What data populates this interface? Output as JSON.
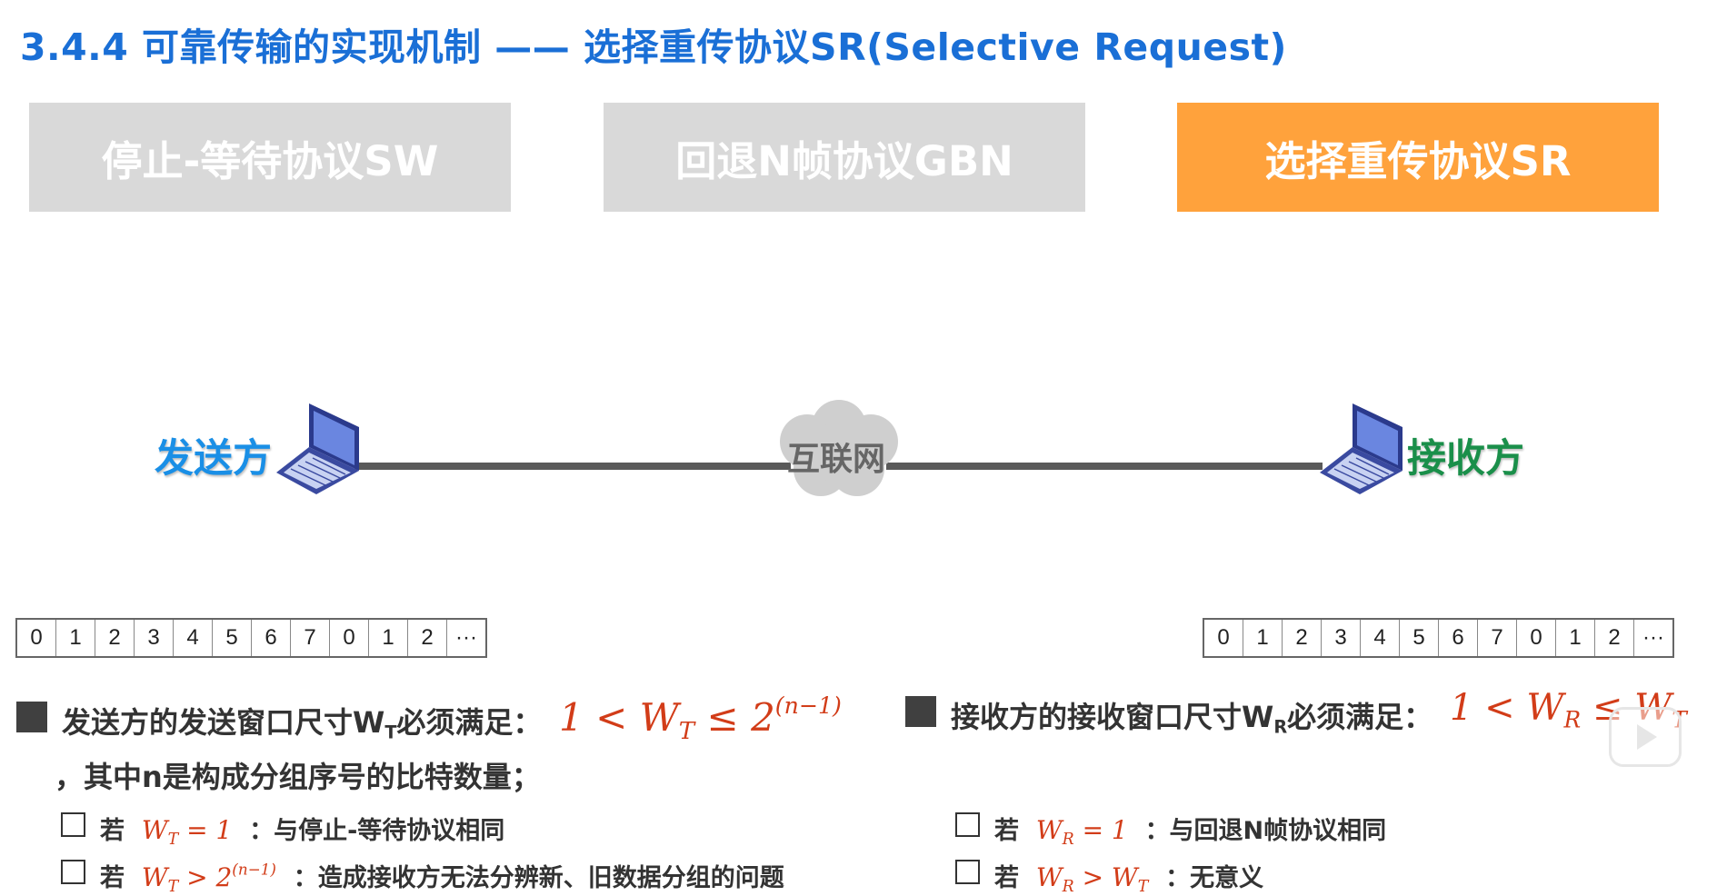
{
  "title": "3.4.4 可靠传输的实现机制 —— 选择重传协议SR(Selective Request)",
  "tabs": [
    {
      "label": "停止-等待协议SW",
      "active": false
    },
    {
      "label": "回退N帧协议GBN",
      "active": false
    },
    {
      "label": "选择重传协议SR",
      "active": true
    }
  ],
  "colors": {
    "accent": "#1a6fd6",
    "active_tab": "#ffa23c",
    "inactive_tab": "#d9d9d9",
    "sender": "#1a8fe6",
    "receiver": "#1a8f4a",
    "formula": "#d23c18"
  },
  "network": {
    "sender_label": "发送方",
    "receiver_label": "接收方",
    "cloud_label": "互联网"
  },
  "sender_seq": [
    "0",
    "1",
    "2",
    "3",
    "4",
    "5",
    "6",
    "7",
    "0",
    "1",
    "2",
    "···"
  ],
  "receiver_seq": [
    "0",
    "1",
    "2",
    "3",
    "4",
    "5",
    "6",
    "7",
    "0",
    "1",
    "2",
    "···"
  ],
  "sender_rule": {
    "text": "发送方的发送窗口尺寸W",
    "sub": "T",
    "suffix": "必须满足：",
    "formula_left": "1  <  W",
    "formula_sub": "T",
    "formula_mid": " ≤  2",
    "formula_sup": "(n−1)",
    "note": "，其中n是构成分组序号的比特数量；",
    "items": [
      {
        "prefix": "若",
        "math": "W",
        "math_sub": "T",
        "math_rest": " = 1",
        "text": "：与停止-等待协议相同"
      },
      {
        "prefix": "若",
        "math": "W",
        "math_sub": "T",
        "math_rest": " > 2",
        "math_sup": "(n−1)",
        "text": "：造成接收方无法分辨新、旧数据分组的问题"
      }
    ]
  },
  "receiver_rule": {
    "text": "接收方的接收窗口尺寸W",
    "sub": "R",
    "suffix": "必须满足：",
    "formula_left": "1  <  W",
    "formula_sub": "R",
    "formula_mid": " ≤  W",
    "formula_sub2": "T",
    "items": [
      {
        "prefix": "若",
        "math": "W",
        "math_sub": "R",
        "math_rest": " = 1",
        "text": "：与回退N帧协议相同"
      },
      {
        "prefix": "若",
        "math": "W",
        "math_sub": "R",
        "math_rest": " > W",
        "math_sub2": "T",
        "text": "：无意义"
      }
    ]
  }
}
